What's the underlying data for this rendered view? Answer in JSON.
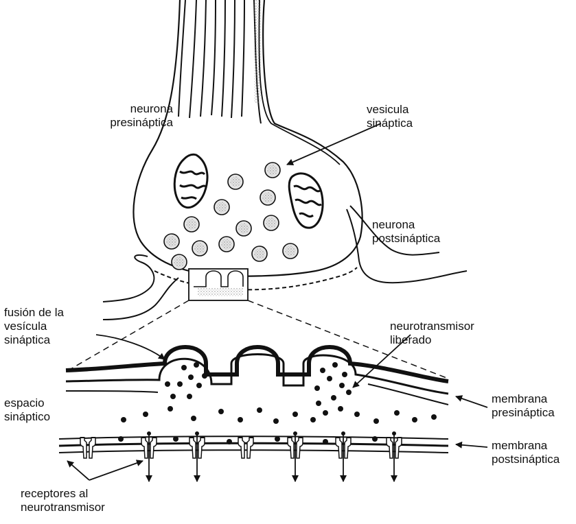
{
  "labels": {
    "presynaptic_neuron": [
      "neurona",
      "presináptica"
    ],
    "synaptic_vesicle": [
      "vesicula",
      "sináptica"
    ],
    "postsynaptic_neuron": [
      "neurona",
      "postsináptica"
    ],
    "vesicle_fusion": [
      "fusión de la",
      "vesícula",
      "sináptica"
    ],
    "released_neurotransmitter": [
      "neurotransmisor",
      "liberado"
    ],
    "synaptic_space": [
      "espacio",
      "sináptico"
    ],
    "presynaptic_membrane": [
      "membrana",
      "presináptica"
    ],
    "postsynaptic_membrane": [
      "membrana",
      "postsináptica"
    ],
    "receptors": [
      "receptores al",
      "neurotransmisor"
    ]
  },
  "colors": {
    "ink": "#111111",
    "vesicle_fill": "#e4e4e4",
    "stipple": "#8a8a8a"
  }
}
